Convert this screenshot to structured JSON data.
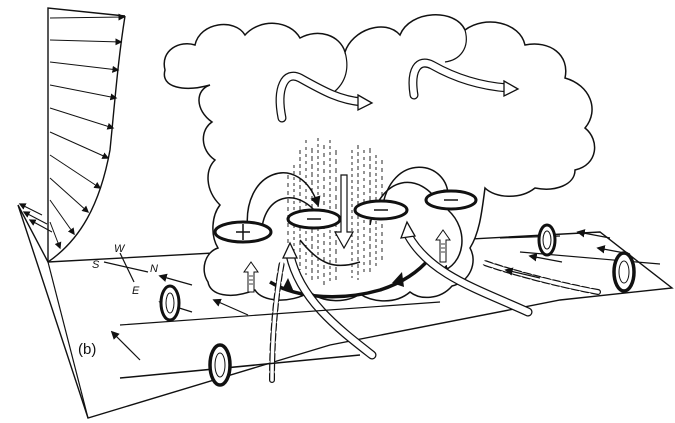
{
  "figure": {
    "panel_label": "(b)",
    "compass": {
      "north": "N",
      "south": "S",
      "east": "E",
      "west": "W"
    }
  },
  "colors": {
    "ink": "#111111",
    "cloud_fill": "#ffffff",
    "paper": "#ffffff"
  }
}
